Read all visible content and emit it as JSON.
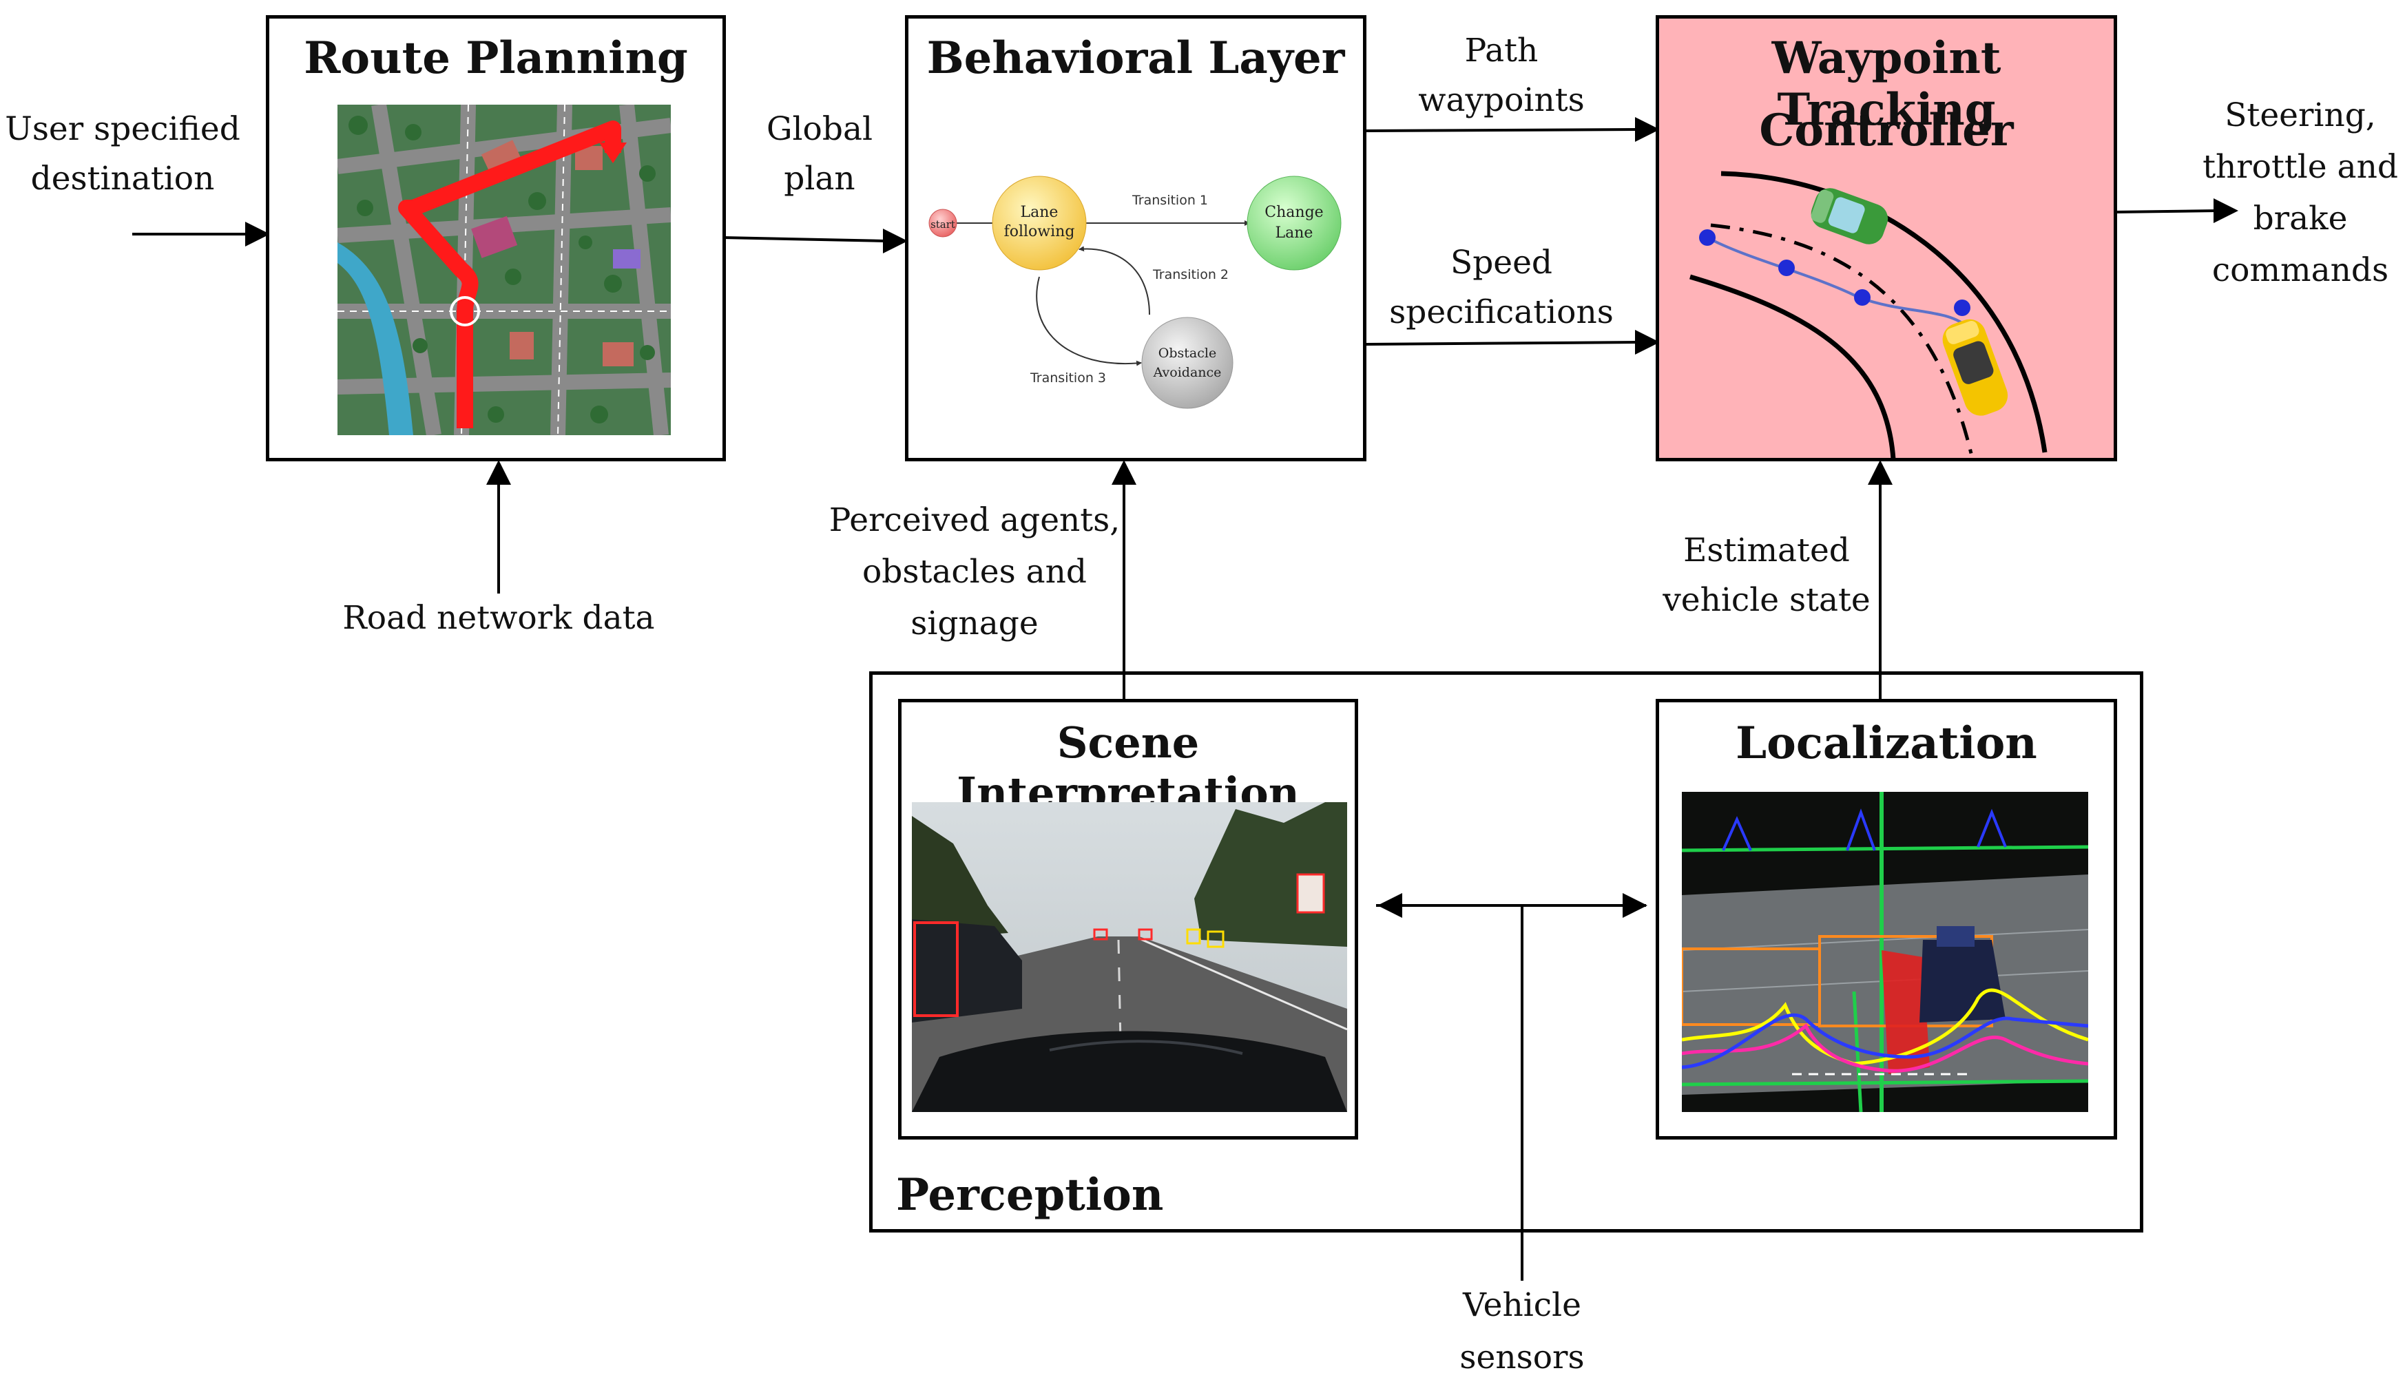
{
  "boxes": {
    "route_planning": {
      "title": "Route Planning"
    },
    "behavioral_layer": {
      "title": "Behavioral Layer",
      "fsm": {
        "start": "start",
        "lane_following": [
          "Lane",
          "following"
        ],
        "change_lane": [
          "Change",
          "Lane"
        ],
        "obstacle_avoidance": [
          "Obstacle",
          "Avoidance"
        ],
        "transition1": "Transition 1",
        "transition2": "Transition 2",
        "transition3": "Transition 3"
      }
    },
    "waypoint_tracking": {
      "title_line1": "Waypoint Tracking",
      "title_line2": "Controller",
      "fill": "#ffb3b8"
    },
    "perception": {
      "title": "Perception"
    },
    "scene_interpretation": {
      "title": "Scene Interpretation"
    },
    "localization": {
      "title": "Localization"
    }
  },
  "labels": {
    "user_destination": [
      "User specified",
      "destination"
    ],
    "global_plan": [
      "Global",
      "plan"
    ],
    "path_waypoints": [
      "Path",
      "waypoints"
    ],
    "speed_specs": [
      "Speed",
      "specifications"
    ],
    "outputs": [
      "Steering,",
      "throttle and",
      "brake",
      "commands"
    ],
    "road_network": [
      "Road network data"
    ],
    "perceived_agents": [
      "Perceived agents,",
      "obstacles and",
      "signage"
    ],
    "estimated_state": [
      "Estimated",
      "vehicle state"
    ],
    "vehicle_sensors": [
      "Vehicle",
      "sensors"
    ]
  }
}
